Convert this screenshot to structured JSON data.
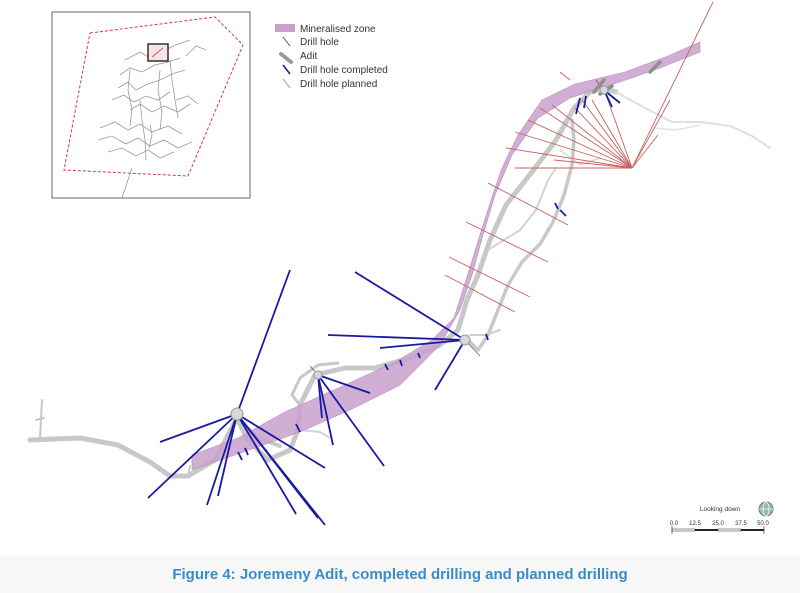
{
  "legend": {
    "items": [
      {
        "label": "Mineralised zone",
        "symbol": "band",
        "color": "#c9a0cd"
      },
      {
        "label": "Drill hole",
        "symbol": "line",
        "color": "#555555"
      },
      {
        "label": "Adit",
        "symbol": "thick-line",
        "color": "#9a9a9a"
      },
      {
        "label": "Drill hole completed",
        "symbol": "line",
        "color": "#1a1aa0"
      },
      {
        "label": "Drill hole planned",
        "symbol": "line",
        "color": "#d08080"
      }
    ]
  },
  "compass": {
    "label": "Looking down",
    "icon": "globe-compass-icon"
  },
  "scale_bar": {
    "ticks": [
      "0.0",
      "12.5",
      "25.0",
      "37.5",
      "50.0"
    ]
  },
  "caption": "Figure 4: Joremeny Adit, completed drilling and planned drilling",
  "colors": {
    "mineralised_zone": "#c9a0cd",
    "adit": "#c4c4c4",
    "drill_completed": "#1a1aa0",
    "drill_planned": "#c86060",
    "caption": "#3a8cc8",
    "inset_boundary": "#d03c3c"
  }
}
